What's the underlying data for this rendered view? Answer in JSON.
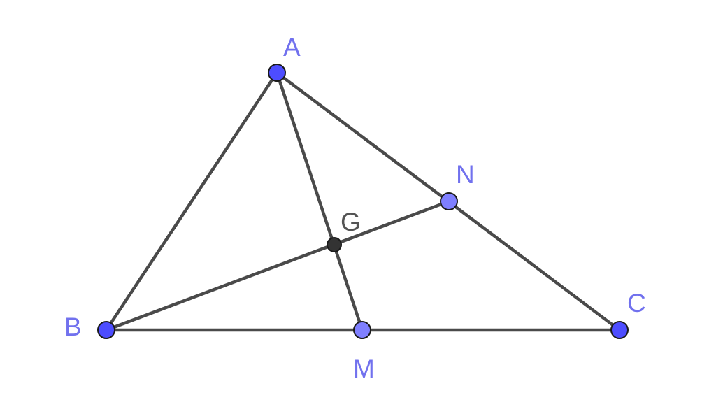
{
  "colors": {
    "line": "#4a4a4a",
    "vertex_fill": "#4d4dff",
    "midpoint_fill": "#7f7fff",
    "centroid_fill": "#333333",
    "point_outline": "#1a1a1a",
    "vertex_label": "#7171ee",
    "centroid_label": "#545454"
  },
  "points": {
    "A": {
      "label": "A"
    },
    "B": {
      "label": "B"
    },
    "C": {
      "label": "C"
    },
    "M": {
      "label": "M"
    },
    "N": {
      "label": "N"
    },
    "G": {
      "label": "G"
    }
  }
}
